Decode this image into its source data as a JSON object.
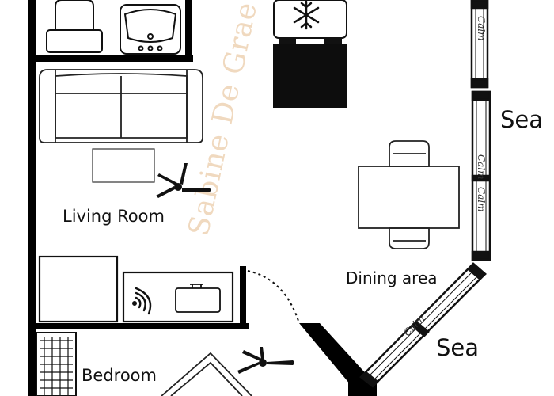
{
  "rooms": {
    "living_room": "Living Room",
    "dining_area": "Dining area",
    "bedroom": "Bedroom"
  },
  "views": {
    "sea_east": "Sea",
    "sea_southeast": "Sea"
  },
  "watermark": "Sabine De Grae",
  "window_text": "Calm",
  "colors": {
    "walls": "#000000",
    "furniture_stroke": "#222222",
    "watermark": "#f0d9bf",
    "background": "#ffffff"
  },
  "icons": [
    "snowflake-icon",
    "wifi-icon",
    "ceiling-fan-icon",
    "sofa-icon",
    "sink-icon",
    "toilet-icon"
  ]
}
